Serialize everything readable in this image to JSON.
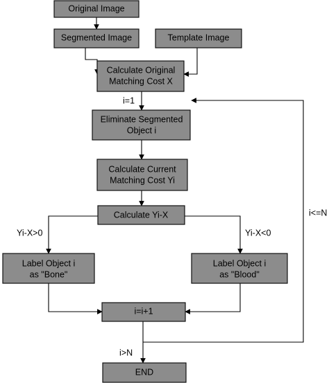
{
  "diagram": {
    "nodes": [
      {
        "id": "original",
        "lines": [
          "Original Image"
        ]
      },
      {
        "id": "segmented",
        "lines": [
          "Segmented Image"
        ]
      },
      {
        "id": "template",
        "lines": [
          "Template Image"
        ]
      },
      {
        "id": "calc-orig",
        "lines": [
          "Calculate Original",
          "Matching Cost X"
        ]
      },
      {
        "id": "eliminate",
        "lines": [
          "Eliminate Segmented",
          "Object i"
        ]
      },
      {
        "id": "calc-current",
        "lines": [
          "Calculate Current",
          "Matching Cost Yi"
        ]
      },
      {
        "id": "calc-diff",
        "lines": [
          "Calculate Yi-X"
        ]
      },
      {
        "id": "label-bone",
        "lines": [
          "Label Object i",
          "as \"Bone\""
        ]
      },
      {
        "id": "label-blood",
        "lines": [
          "Label Object i",
          "as \"Blood\""
        ]
      },
      {
        "id": "increment",
        "lines": [
          "i=i+1"
        ]
      },
      {
        "id": "end",
        "lines": [
          "END"
        ]
      }
    ],
    "edge_labels": {
      "init": "i=1",
      "gt": "Yi-X>0",
      "lt": "Yi-X<0",
      "loop": "i<=N",
      "exit": "i>N"
    }
  }
}
